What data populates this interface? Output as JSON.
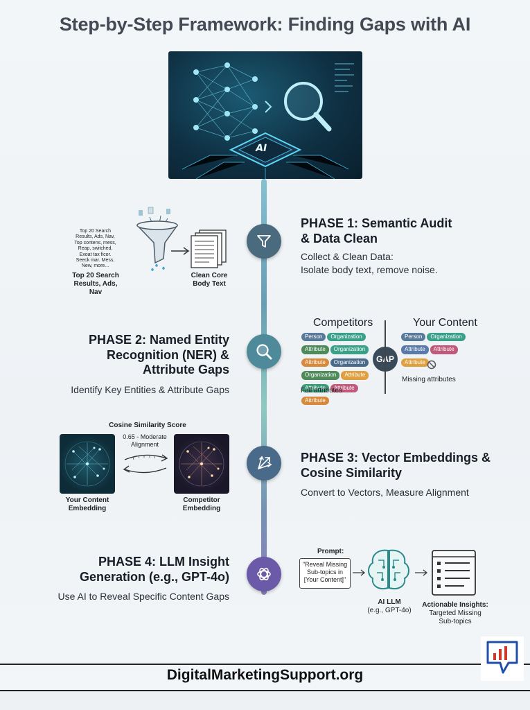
{
  "title": "Step-by-Step Framework: Finding Gaps with AI",
  "hero": {
    "chip_label": "AI"
  },
  "phase1": {
    "title_line1": "PHASE 1: Semantic Audit",
    "title_line2": "& Data Clean",
    "sub_line1": "Collect & Clean Data:",
    "sub_line2": "Isolate body text, remove noise.",
    "raw_text": [
      "Top 20 Search",
      "Results, Ads, Nav,",
      "Top contens, mess,",
      "Reap, switched,",
      "Exoat tax ficor.",
      "Seeck mar. Mess,",
      "New, more..."
    ],
    "input_label_line1": "Top 20 Search",
    "input_label_line2": "Results, Ads, Nav",
    "output_label_line1": "Clean Core",
    "output_label_line2": "Body Text"
  },
  "phase2": {
    "title_line1": "PHASE 2: Named Entity",
    "title_line2": "Recognition (NER) &",
    "title_line3": "Attribute Gaps",
    "sub": "Identify Key Entities & Attribute Gaps",
    "competitors_label": "Competitors",
    "your_content_label": "Your Content",
    "gap_label": "GAP",
    "competitor_pills": [
      {
        "text": "Person",
        "color": "#5a7a9a"
      },
      {
        "text": "Organization",
        "color": "#3aa08a"
      },
      {
        "text": "Attribute",
        "color": "#4e8a5a"
      },
      {
        "text": "Organization",
        "color": "#3aa08a"
      },
      {
        "text": "Attribute",
        "color": "#d88a3a"
      },
      {
        "text": "Organization",
        "color": "#4a6a8a"
      },
      {
        "text": "Organization",
        "color": "#4e8a5a"
      },
      {
        "text": "Attribute",
        "color": "#e0a040"
      },
      {
        "text": "Attribute",
        "color": "#3a9a7a"
      },
      {
        "text": "Attribute",
        "color": "#c05a7a"
      },
      {
        "text": "Attribute",
        "color": "#d88a3a"
      }
    ],
    "your_pills": [
      {
        "text": "Person",
        "color": "#5a7a9a"
      },
      {
        "text": "Organization",
        "color": "#3aa08a"
      },
      {
        "text": "Attribute",
        "color": "#5a7aaa"
      },
      {
        "text": "Attribute",
        "color": "#c05a7a"
      },
      {
        "text": "Attribute",
        "color": "#e0a040"
      }
    ],
    "full_label": "Full attributes",
    "missing_label": "Missing attributes"
  },
  "phase3": {
    "title_line1": "PHASE 3: Vector Embeddings &",
    "title_line2": "Cosine Similarity",
    "sub": "Convert to Vectors, Measure Alignment",
    "score_title": "Cosine Similarity Score",
    "score_line1": "0.65 - Moderate",
    "score_line2": "Alignment",
    "your_label_line1": "Your Content",
    "your_label_line2": "Embedding",
    "comp_label_line1": "Competitor",
    "comp_label_line2": "Embedding"
  },
  "phase4": {
    "title_line1": "PHASE 4: LLM Insight",
    "title_line2": "Generation (e.g., GPT-4o)",
    "sub": "Use AI to Reveal Specific Content Gaps",
    "prompt_label": "Prompt:",
    "prompt_line1": "\"Reveal Missing",
    "prompt_line2": "Sub-topics in",
    "prompt_line3": "[Your Content]\"",
    "llm_line1": "AI LLM",
    "llm_line2": "(e.g., GPT-4o)",
    "insight_line1": "Actionable Insights:",
    "insight_line2": "Targeted Missing",
    "insight_line3": "Sub-topics"
  },
  "footer": "DigitalMarketingSupport.org",
  "colors": {
    "node1": "#4a6a7e",
    "node2": "#4e8a9a",
    "node3": "#4a6a8a",
    "node4": "#6a5aa8",
    "accent": "#1d8fb0"
  }
}
